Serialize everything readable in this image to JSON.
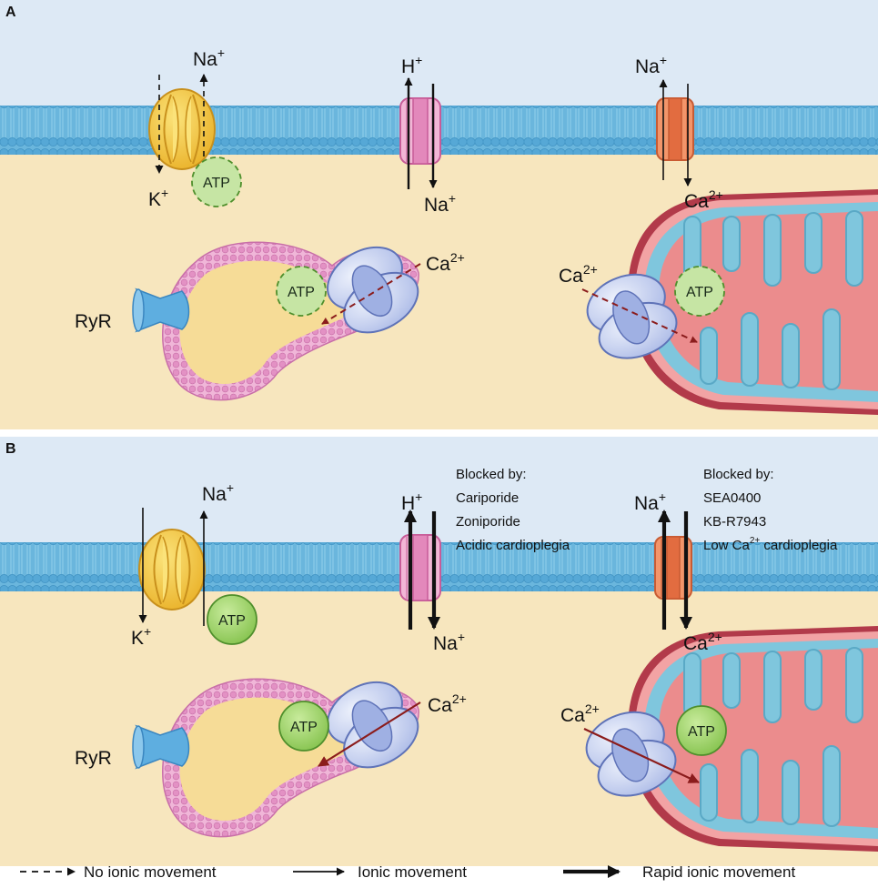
{
  "panels": [
    {
      "letter": "A",
      "nka": {
        "top_ion": "Na",
        "top_sup": "+",
        "bottom_ion": "K",
        "bottom_sup": "+",
        "atp": "ATP"
      },
      "nhe": {
        "top_ion": "H",
        "top_sup": "+",
        "bottom_ion": "Na",
        "bottom_sup": "+"
      },
      "ncx": {
        "top_ion": "Na",
        "top_sup": "+",
        "bottom_ion": "Ca",
        "bottom_sup": "2+"
      },
      "sr": {
        "ryr": "RyR",
        "atp": "ATP",
        "ion": "Ca",
        "sup": "2+"
      },
      "mito": {
        "ion": "Ca",
        "sup": "2+",
        "atp": "ATP"
      }
    },
    {
      "letter": "B",
      "nka": {
        "top_ion": "Na",
        "top_sup": "+",
        "bottom_ion": "K",
        "bottom_sup": "+",
        "atp": "ATP"
      },
      "nhe": {
        "top_ion": "H",
        "top_sup": "+",
        "bottom_ion": "Na",
        "bottom_sup": "+"
      },
      "ncx": {
        "top_ion": "Na",
        "top_sup": "+",
        "bottom_ion": "Ca",
        "bottom_sup": "2+"
      },
      "sr": {
        "ryr": "RyR",
        "atp": "ATP",
        "ion": "Ca",
        "sup": "2+"
      },
      "mito": {
        "ion": "Ca",
        "sup": "2+",
        "atp": "ATP"
      },
      "nhe_block": {
        "heading": "Blocked by:",
        "l1": "Cariporide",
        "l2": "Zoniporide",
        "l3": "Acidic cardioplegia"
      },
      "ncx_block": {
        "heading": "Blocked by:",
        "l1": "SEA0400",
        "l2": "KB-R7943",
        "l3_pre": "Low Ca",
        "l3_sup": "2+",
        "l3_post": " cardioplegia"
      }
    }
  ],
  "legend": {
    "dashed": "No ionic movement",
    "solid": "Ionic movement",
    "bold": "Rapid ionic movement"
  },
  "colors": {
    "extracellular": "#dde9f5",
    "cytoplasm": "#f7e6be",
    "membrane": "#7fc3e3",
    "pump_yellow": "#f3c63c",
    "exchanger_pink": "#ea9ac4",
    "exchanger_orange": "#ee7e52",
    "atp_green": "#9ed36a",
    "uniporter_blue": "#c2cff0",
    "ryr_blue": "#5eaee0",
    "sr_pink": "#e596c7",
    "mito_red": "#eb8c8d",
    "mito_teal": "#7fc6dd",
    "arrow_red": "#8b1c1c"
  }
}
